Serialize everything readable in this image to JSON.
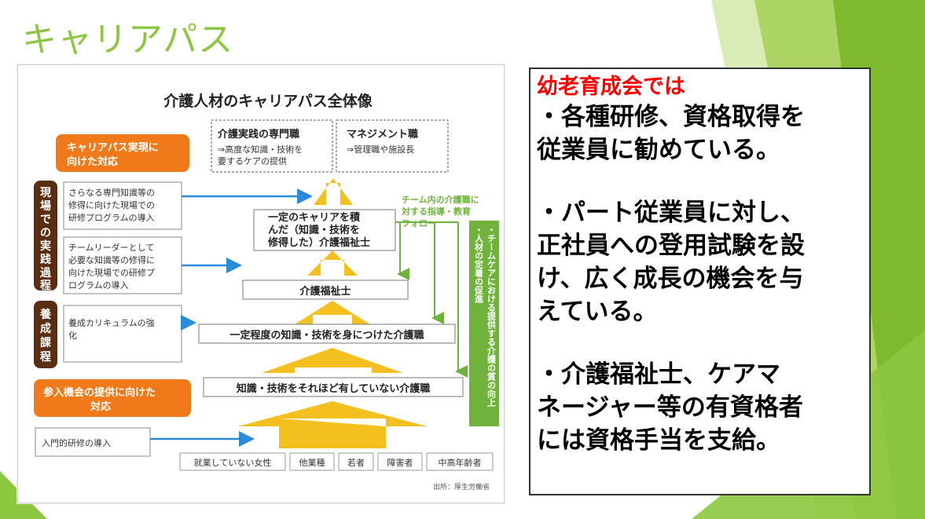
{
  "slide": {
    "title": "キャリアパス"
  },
  "colors": {
    "title_green": "#8dc63f",
    "orange": "#f07a1a",
    "brown": "#5a2e12",
    "arrow_blue": "#2a8bd8",
    "arrow_green": "#6fb33c",
    "yellow": "#f4c020",
    "heading_red": "#ff0000"
  },
  "diagram": {
    "title": "介護人材のキャリアパス全体像",
    "top_left_box": {
      "title": "介護実践の専門職",
      "line1": "⇒高度な知識・技術を",
      "line2": "要するケアの提供"
    },
    "top_right_box": {
      "title": "マネジメント職",
      "line1": "⇒管理職や施設長"
    },
    "orange_top": {
      "line1": "キャリアパス実現に",
      "line2": "向けた対応"
    },
    "side_label_1": [
      "現",
      "場",
      "で",
      "の",
      "実",
      "践",
      "過",
      "程"
    ],
    "side_label_2": [
      "養",
      "成",
      "課",
      "程"
    ],
    "left_box_1": [
      "さらなる専門知識等の",
      "修得に向けた現場での",
      "研修プログラムの導入"
    ],
    "left_box_2": [
      "チームリーダーとして",
      "必要な知識等の修得に",
      "向けた現場での研修プ",
      "ログラムの導入"
    ],
    "left_box_3": [
      "養成カリキュラムの強",
      "化"
    ],
    "center_box_1": [
      "一定のキャリアを積",
      "んだ（知識・技術を",
      "修得した）介護福祉士"
    ],
    "center_box_2": "介護福祉士",
    "center_box_3": "一定程度の知識・技術を身につけた介護職",
    "center_box_4": "知識・技術をそれほど有していない介護職",
    "team_note": [
      "チーム内の介護職に",
      "対する指導・教育",
      "フォロー"
    ],
    "green_vertical": [
      "・チームケアにおける提供する介護の質の向上",
      "・人材の定着の促進"
    ],
    "orange_bottom": {
      "line1": "参入機会の提供に向けた",
      "line2": "対応"
    },
    "left_box_4": "入門的研修の導入",
    "bottom_labels": [
      "就業していない女性",
      "他業種",
      "若者",
      "障害者",
      "中高年齢者"
    ],
    "source": "出所：厚生労働省"
  },
  "text_box": {
    "heading": "幼老育成会では",
    "para1": "・各種研修、資格取得を\n従業員に勧めている。",
    "para2": "・パート従業員に対し、\n正社員への登用試験を設\nけ、広く成長の機会を与\nえている。",
    "para3": "・介護福祉士、ケアマ\nネージャー等の有資格者\nには資格手当を支給。"
  }
}
